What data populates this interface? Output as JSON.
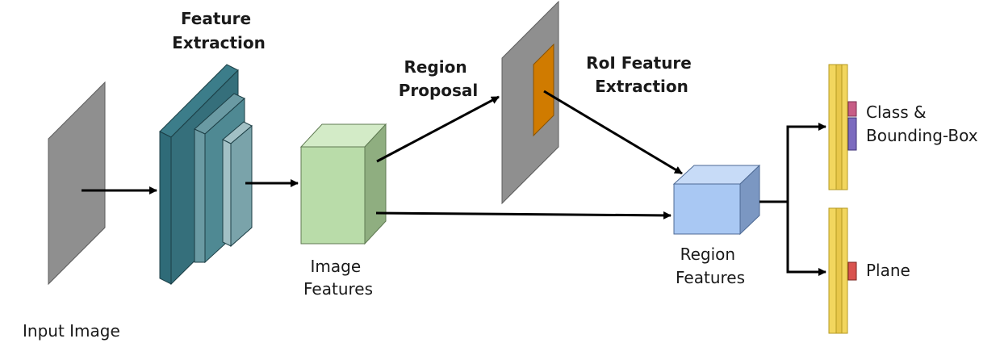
{
  "labels": {
    "input_image": "Input Image",
    "feature_extraction": [
      "Feature",
      "Extraction"
    ],
    "image_features": [
      "Image",
      "Features"
    ],
    "region_proposal": [
      "Region",
      "Proposal"
    ],
    "roi_feature_extraction": [
      "RoI Feature",
      "Extraction"
    ],
    "region_features": [
      "Region",
      "Features"
    ],
    "class_bbox": [
      "Class &",
      "Bounding-Box"
    ],
    "plane": "Plane"
  },
  "colors": {
    "input_plane": "#8f8f8f",
    "proposal_plane": "#8f8f8f",
    "proposal_box": "#d07b00",
    "backbone_dark": "#2f6b78",
    "backbone_mid": "#4f8993",
    "backbone_light": "#7aa3aa",
    "image_feature_front": "#b9dca9",
    "image_feature_side": "#8fae80",
    "region_feature_front": "#a9c8f3",
    "region_feature_side": "#7b97c2",
    "head_bar": "#f2d65e",
    "class_marker": "#c75d86",
    "bbox_marker": "#7c6bbf",
    "plane_marker": "#d9534f",
    "arrow": "#000000"
  }
}
